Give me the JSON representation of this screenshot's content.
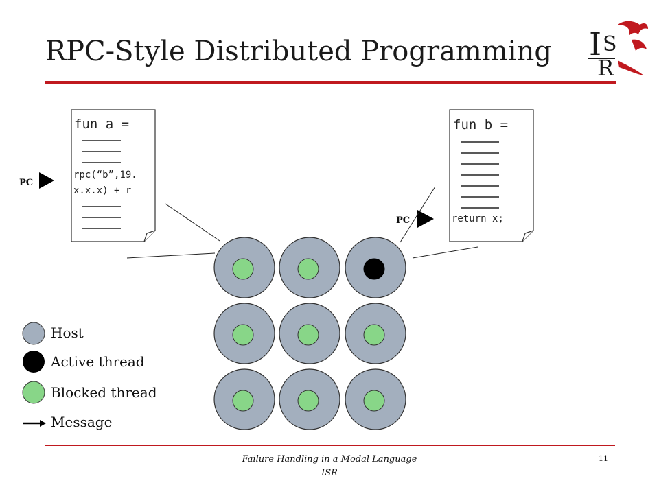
{
  "slide": {
    "title": "RPC-Style Distributed Programming",
    "footer": {
      "line1": "Failure Handling in a Modal Language",
      "line2": "ISR",
      "page_number": "11"
    }
  },
  "doc_a": {
    "header": "fun a =",
    "rpc_line1": "rpc(“b”,19.",
    "rpc_line2": "x.x.x) + r"
  },
  "doc_b": {
    "header": "fun b =",
    "return_line": "return x;"
  },
  "pc_labels": {
    "left": "PC",
    "right": "PC"
  },
  "legend": {
    "host": "Host",
    "active": "Active thread",
    "blocked": "Blocked thread",
    "message": "Message"
  },
  "grid": {
    "rows": [
      [
        "blocked",
        "blocked",
        "active"
      ],
      [
        "blocked",
        "blocked",
        "blocked"
      ],
      [
        "blocked",
        "blocked",
        "blocked"
      ]
    ]
  },
  "colors": {
    "accent": "#c0191f",
    "host": "#a3afbe",
    "active": "#000000",
    "blocked": "#88d688"
  },
  "icons": {
    "logo": "isr-logo-icon",
    "pc_arrow": "play-triangle-icon",
    "message": "arrow-right-icon"
  }
}
